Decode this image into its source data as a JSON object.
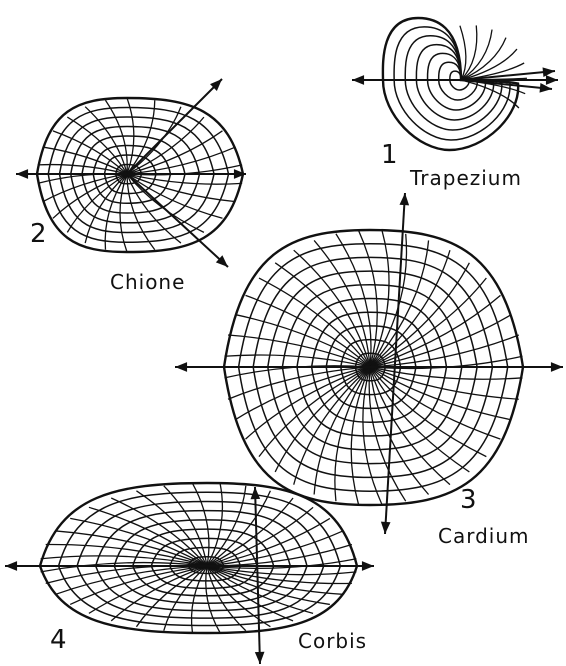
{
  "figures": [
    {
      "id": "trapezium",
      "number": "1",
      "name": "Trapezium"
    },
    {
      "id": "chione",
      "number": "2",
      "name": "Chione"
    },
    {
      "id": "cardium",
      "number": "3",
      "name": "Cardium"
    },
    {
      "id": "corbis",
      "number": "4",
      "name": "Corbis"
    }
  ],
  "colors": {
    "ink": "#111111",
    "paper": "#ffffff"
  }
}
